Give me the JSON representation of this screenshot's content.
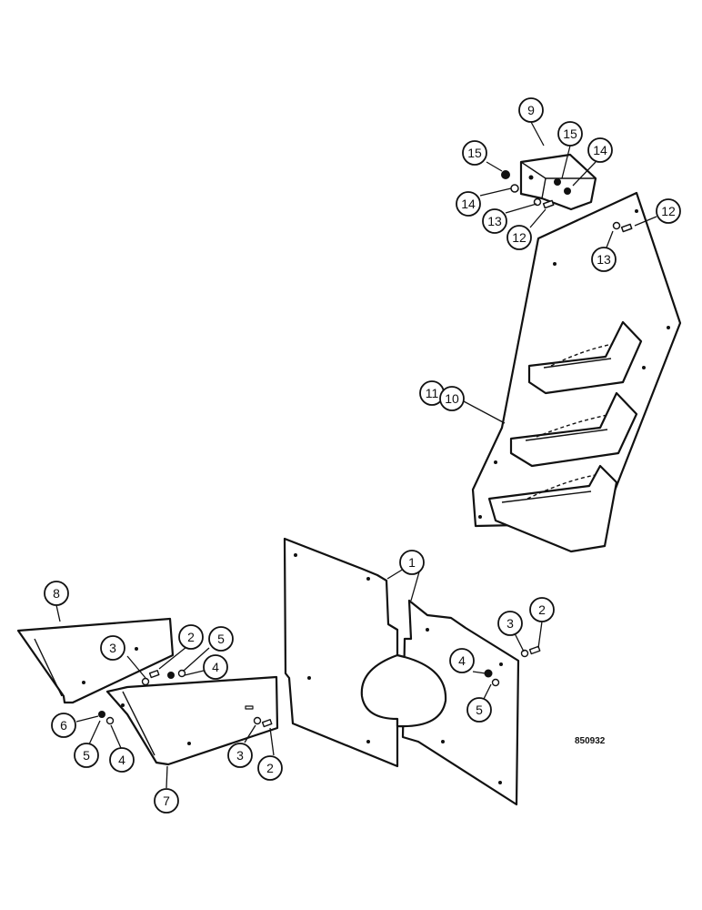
{
  "drawing_number": "850932",
  "callouts": [
    {
      "id": "c9",
      "label": "9"
    },
    {
      "id": "c15a",
      "label": "15"
    },
    {
      "id": "c15b",
      "label": "15"
    },
    {
      "id": "c14a",
      "label": "14"
    },
    {
      "id": "c14b",
      "label": "14"
    },
    {
      "id": "c13a",
      "label": "13"
    },
    {
      "id": "c12a",
      "label": "12"
    },
    {
      "id": "c12b",
      "label": "12"
    },
    {
      "id": "c13b",
      "label": "13"
    },
    {
      "id": "c11",
      "label": "11"
    },
    {
      "id": "c10",
      "label": "10"
    },
    {
      "id": "c1",
      "label": "1"
    },
    {
      "id": "c2a",
      "label": "2"
    },
    {
      "id": "c3a",
      "label": "3"
    },
    {
      "id": "c4a",
      "label": "4"
    },
    {
      "id": "c5a",
      "label": "5"
    },
    {
      "id": "c8",
      "label": "8"
    },
    {
      "id": "c2b",
      "label": "2"
    },
    {
      "id": "c5b",
      "label": "5"
    },
    {
      "id": "c3b",
      "label": "3"
    },
    {
      "id": "c4b",
      "label": "4"
    },
    {
      "id": "c6",
      "label": "6"
    },
    {
      "id": "c5c",
      "label": "5"
    },
    {
      "id": "c4c",
      "label": "4"
    },
    {
      "id": "c3c",
      "label": "3"
    },
    {
      "id": "c2c",
      "label": "2"
    },
    {
      "id": "c7",
      "label": "7"
    }
  ]
}
